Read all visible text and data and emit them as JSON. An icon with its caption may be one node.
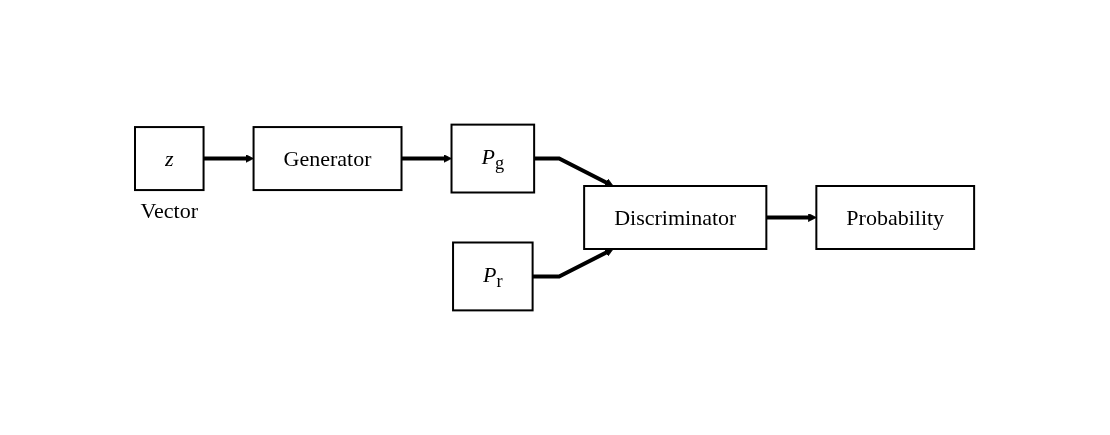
{
  "diagram": {
    "nodes": [
      {
        "text": [
          "*z*"
        ],
        "beside": [
          "Vector"
        ]
      },
      {
        "text": [
          "Generator"
        ]
      },
      {
        "text": [
          "*P*$_{g}$"
        ]
      },
      {
        "text": [
          "Discriminator"
        ]
      },
      {
        "text": [
          "Probability"
        ]
      },
      {
        "text": [
          "*P*$_{r}$"
        ]
      }
    ],
    "edges": [
      {
        "from": 0,
        "to": 1,
        "arrow": "to"
      },
      {
        "from": 1,
        "to": 2,
        "arrow": "to"
      },
      {
        "from": 2,
        "to": 3,
        "arrow": "to"
      },
      {
        "from": 3,
        "to": 4,
        "arrow": "to"
      },
      {
        "from": 5,
        "to": 3,
        "arrow": "to"
      }
    ]
  }
}
